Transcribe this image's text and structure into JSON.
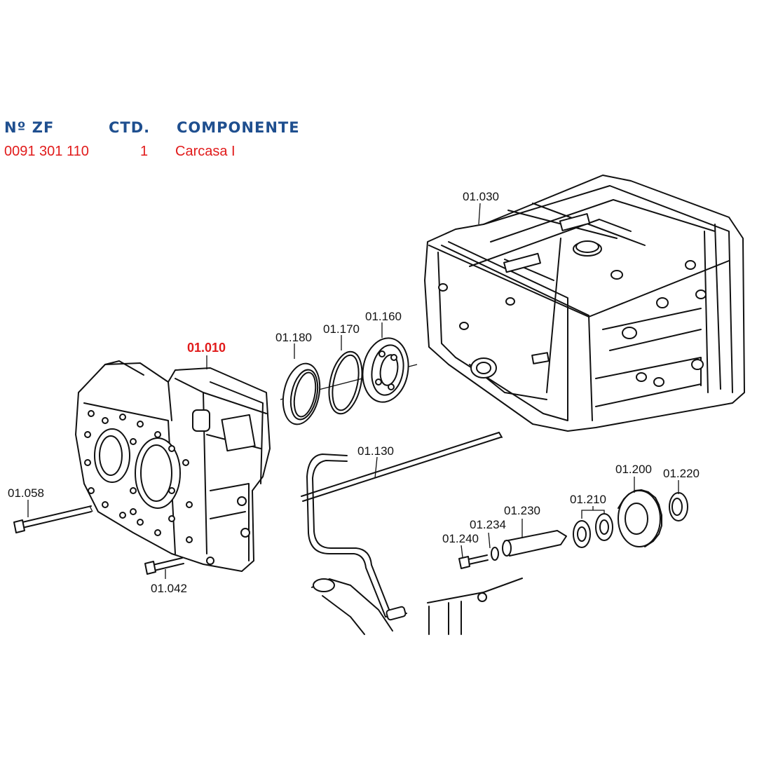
{
  "table": {
    "headers": {
      "part_no": "Nº ZF",
      "qty": "CTD.",
      "component": "COMPONENTE"
    },
    "row": {
      "part_no": "0091 301 110",
      "qty": "1",
      "component": "Carcasa  I"
    }
  },
  "diagram": {
    "highlight_color": "#e11b1b",
    "header_color": "#1f4f8f",
    "callouts": {
      "c01010": "01.010",
      "c01030": "01.030",
      "c01180": "01.180",
      "c01170": "01.170",
      "c01160": "01.160",
      "c01130": "01.130",
      "c01058": "01.058",
      "c01042": "01.042",
      "c01200": "01.200",
      "c01220": "01.220",
      "c01210": "01.210",
      "c01230": "01.230",
      "c01234": "01.234",
      "c01240": "01.240"
    }
  }
}
